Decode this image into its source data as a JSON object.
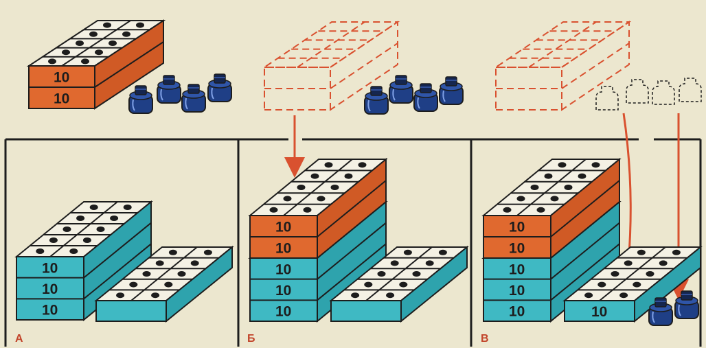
{
  "panels": [
    {
      "id": "A",
      "letter": "А"
    },
    {
      "id": "B",
      "letter": "Б"
    },
    {
      "id": "V",
      "letter": "В"
    }
  ],
  "block_number": "10",
  "colors": {
    "paper": "#ece7cf",
    "orange": "#e0692f",
    "orange_side": "#d05a25",
    "teal": "#3fb9c3",
    "teal_side": "#2ea3ad",
    "top": "#f4f1e4",
    "ink": "#1d1d1d",
    "bottle": "#1f3f86",
    "arrow": "#d9512f"
  },
  "icons": [
    "ink-bottle-icon",
    "arrow-down-icon",
    "dashed-block-outline",
    "dashed-bottle-outline"
  ]
}
